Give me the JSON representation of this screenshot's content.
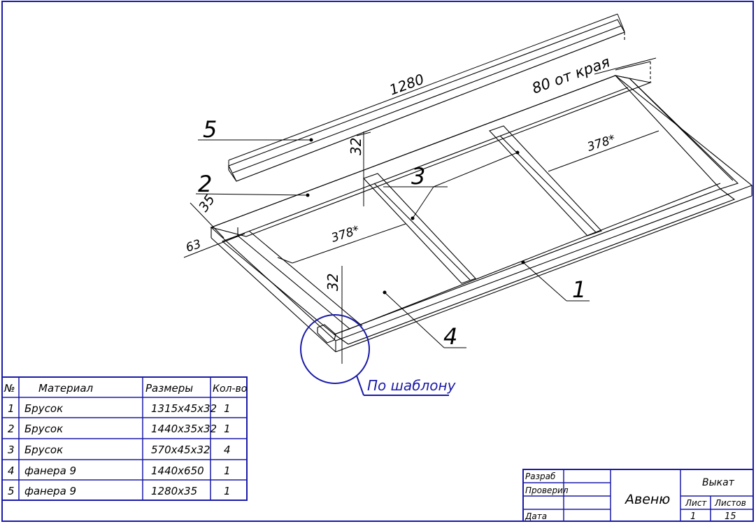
{
  "drawing": {
    "dimensions": {
      "length_5": "1280",
      "offset_edge": "80 от края",
      "height_top": "32",
      "height_bottom": "32",
      "width_35": "35",
      "width_63": "63",
      "spacing_left": "378*",
      "spacing_right": "378*"
    },
    "callouts": {
      "c1": "1",
      "c2": "2",
      "c3": "3",
      "c4": "4",
      "c5": "5",
      "template": "По шаблону"
    }
  },
  "bom": {
    "headers": [
      "№",
      "Материал",
      "Размеры",
      "Кол-во"
    ],
    "rows": [
      {
        "n": "1",
        "material": "Брусок",
        "size": "1315x45x32",
        "qty": "1"
      },
      {
        "n": "2",
        "material": "Брусок",
        "size": "1440x35x32",
        "qty": "1"
      },
      {
        "n": "3",
        "material": "Брусок",
        "size": "570x45x32",
        "qty": "4"
      },
      {
        "n": "4",
        "material": "фанера 9",
        "size": "1440x650",
        "qty": "1"
      },
      {
        "n": "5",
        "material": "фанера 9",
        "size": "1280x35",
        "qty": "1"
      }
    ]
  },
  "title_block": {
    "developed": "Разраб",
    "checked": "Проверил",
    "date": "Дата",
    "name": "Авеню",
    "doc_name": "Выкат",
    "sheet_label": "Лист",
    "sheets_label": "Листов",
    "sheet": "1",
    "sheets": "15"
  },
  "colors": {
    "frame": "#1a1aa8",
    "lines": "#000000"
  }
}
